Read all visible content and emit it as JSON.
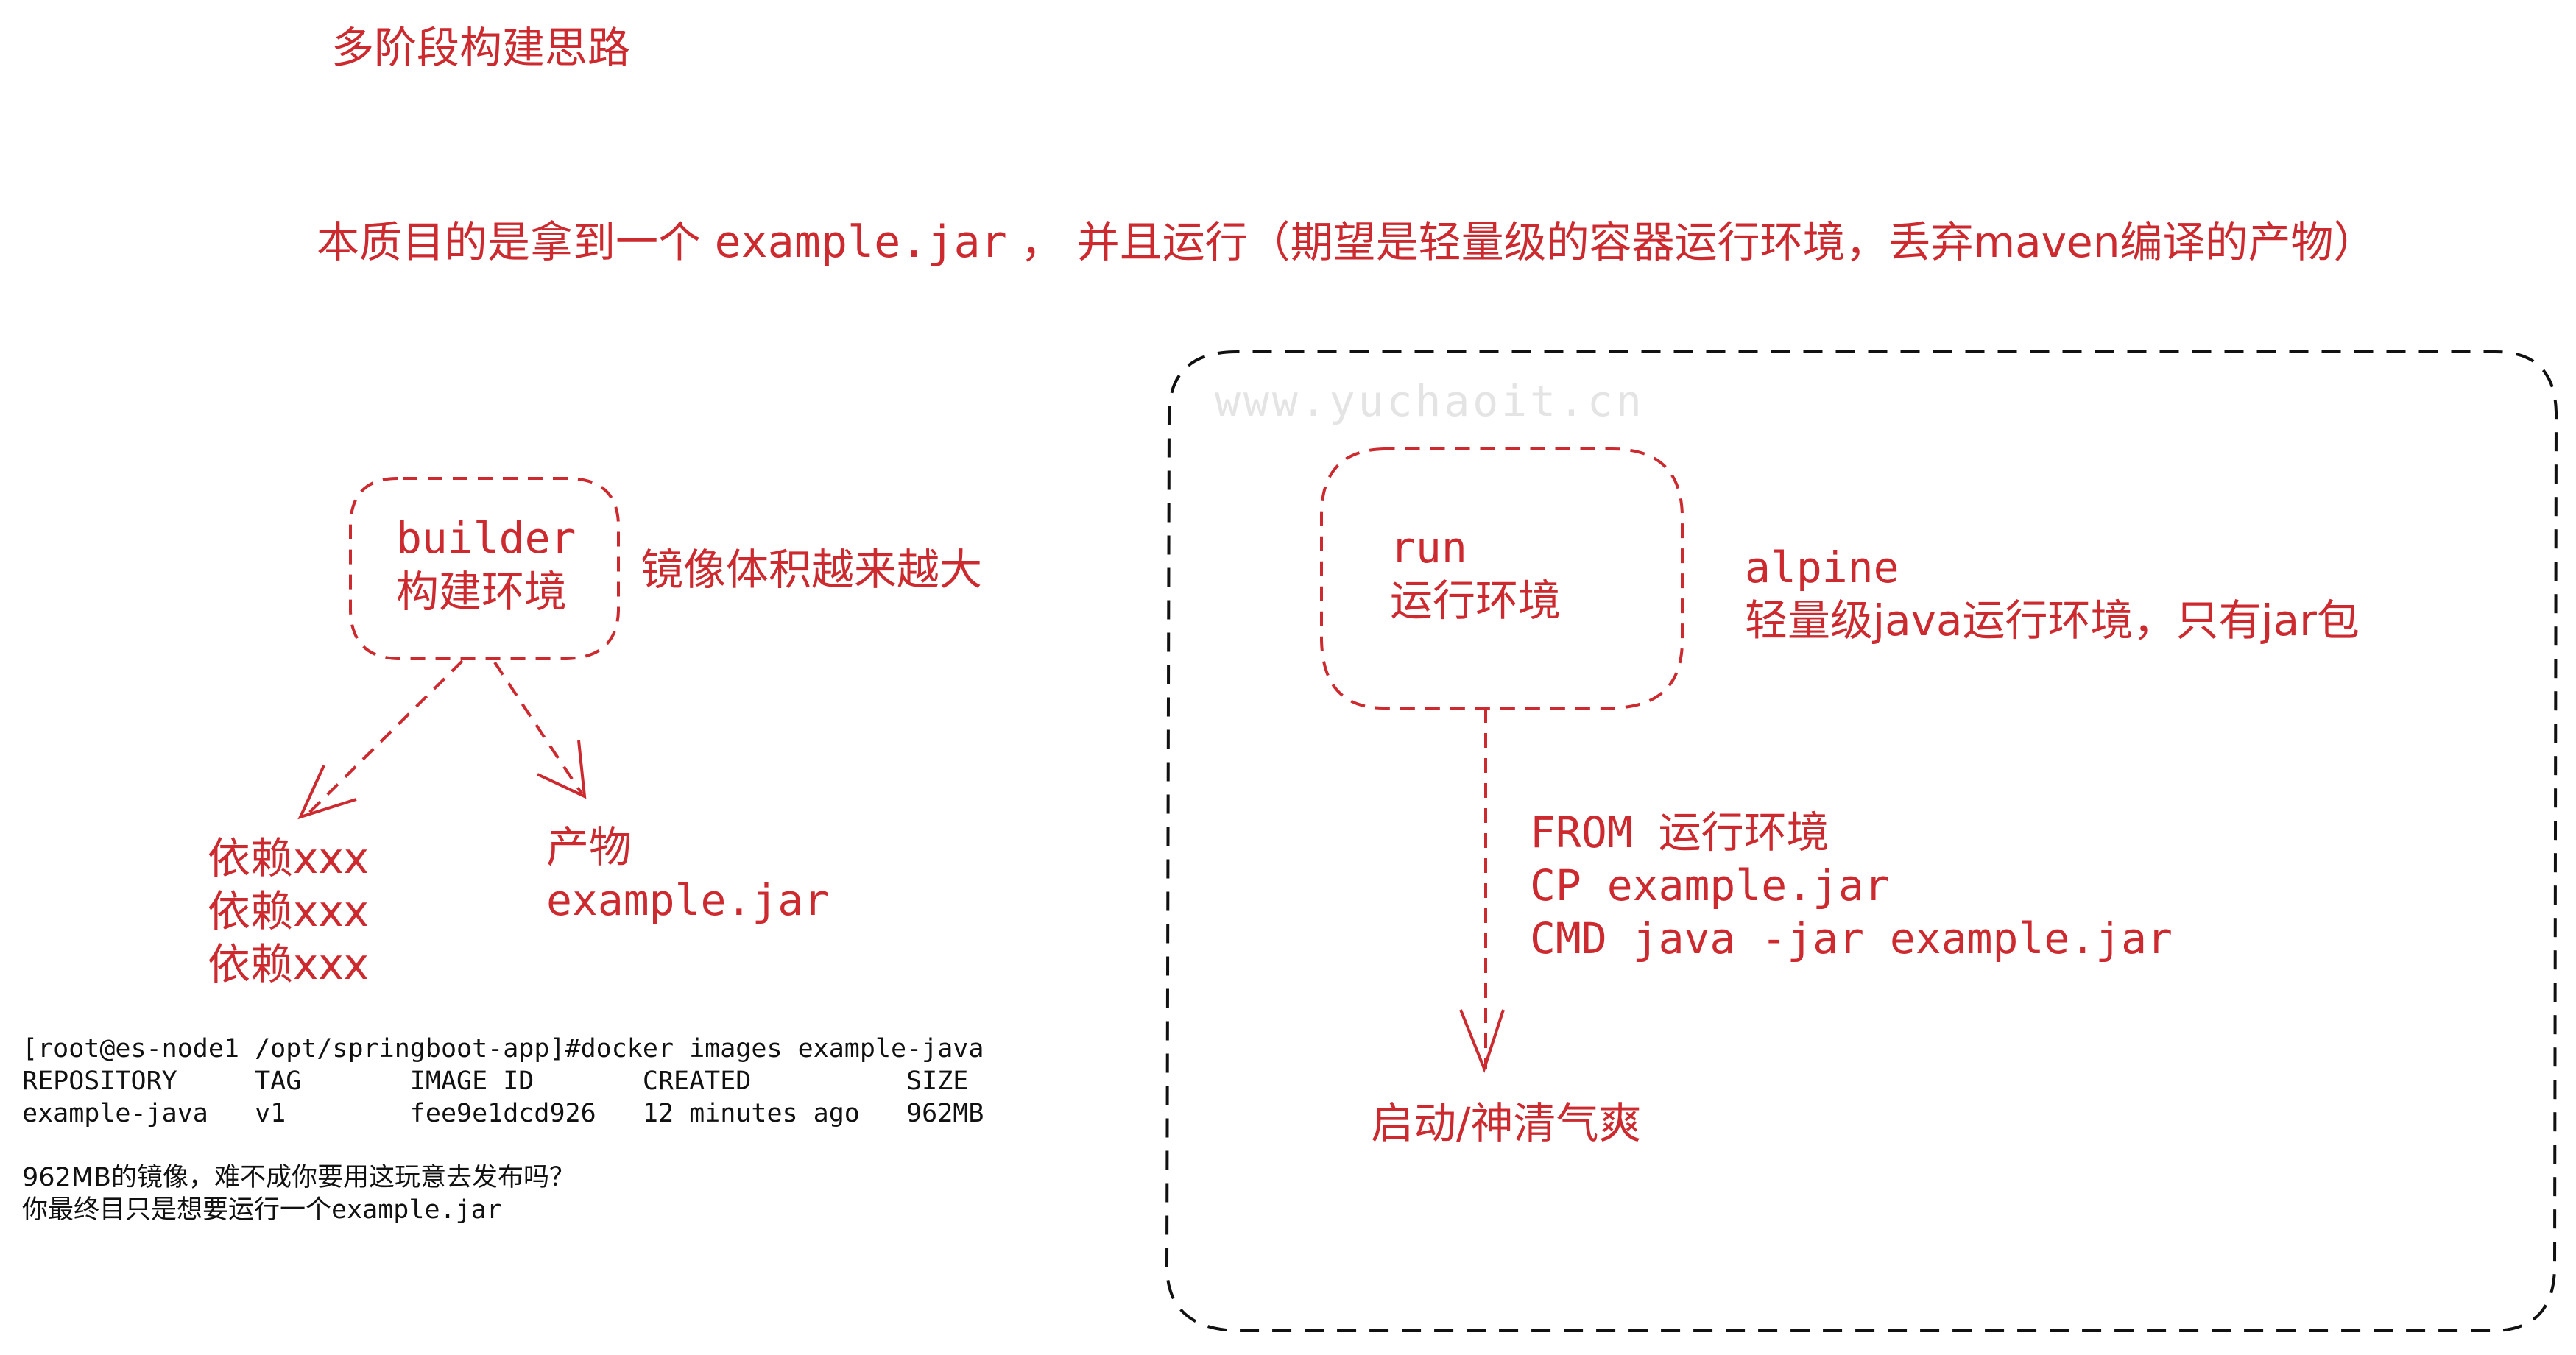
{
  "title": "多阶段构建思路",
  "goal": {
    "prefix": "本质目的是拿到一个 ",
    "jar": "example.jar",
    "suffix": " ， 并且运行（期望是轻量级的容器运行环境，丢弃maven编译的产物）"
  },
  "watermark": "www.yuchaoit.cn",
  "builder": {
    "name": "builder",
    "subtitle": "构建环境",
    "note": "镜像体积越来越大",
    "deps": [
      "依赖xxx",
      "依赖xxx",
      "依赖xxx"
    ],
    "artifact_label": "产物",
    "artifact_file": "example.jar"
  },
  "terminal": {
    "command": "[root@es-node1 /opt/springboot-app]#docker images example-java",
    "header": "REPOSITORY     TAG       IMAGE ID       CREATED          SIZE",
    "row": "example-java   v1        fee9e1dcd926   12 minutes ago   962MB"
  },
  "note": {
    "line1": "962MB的镜像，难不成你要用这玩意去发布吗？",
    "line2_prefix": "你最终目只是想要运行一个",
    "line2_jar": "example.jar"
  },
  "run": {
    "name": "run",
    "subtitle": "运行环境",
    "base": "alpine",
    "desc": "轻量级java运行环境，只有jar包",
    "steps": [
      "FROM 运行环境",
      "CP example.jar",
      "CMD java -jar example.jar"
    ],
    "result": "启动/神清气爽"
  },
  "colors": {
    "accent": "#cc2a2f",
    "ink": "#111111",
    "watermark": "#e4e4e4"
  }
}
